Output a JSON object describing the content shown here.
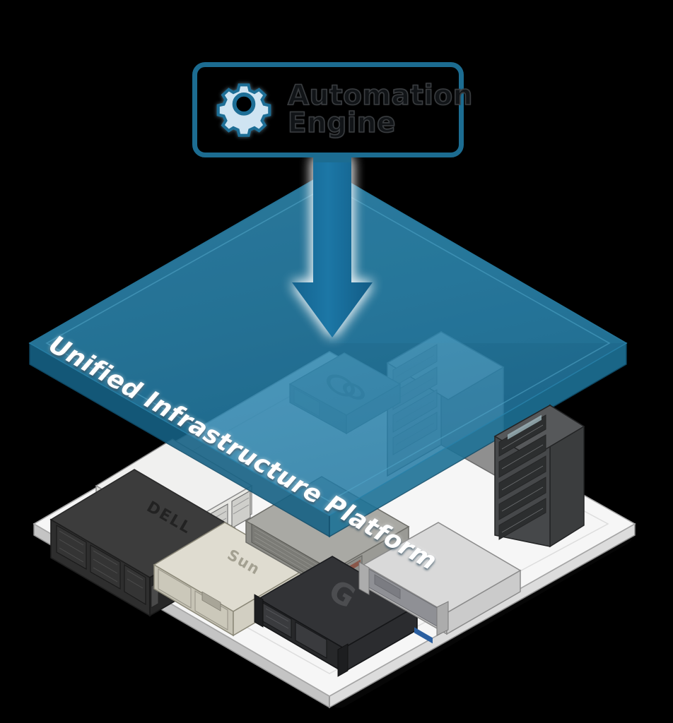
{
  "diagram": {
    "title": "Unified Infrastructure Platform with Automation Engine",
    "background_color": "#000000"
  },
  "callout": {
    "label": "Automation\nEngine",
    "icon": "gear-icon",
    "border_color": "#1c6c91",
    "fill_color": "#000000",
    "text_color": "#111417",
    "gear_fill": "#cfe4f2",
    "gear_stroke": "#1d6e96"
  },
  "arrow": {
    "name": "down-arrow",
    "direction": "down",
    "color": "#1a6d9c",
    "glow_color": "#ffffff"
  },
  "platform": {
    "label": "Unified Infrastructure Platform",
    "label_color": "#ffffff",
    "top_color": "#2d87b0",
    "side_color": "#1d6d91",
    "edge_color": "#155e80",
    "opacity": 0.82
  },
  "base": {
    "name": "floor-slab",
    "top_color": "#f4f4f4",
    "side_color": "#cfcfcf",
    "edge_color": "#9a9a9a"
  },
  "hardware": [
    {
      "id": "dell-server",
      "label": "DELL",
      "type": "rack-server",
      "color": "#3a3a3a"
    },
    {
      "id": "storage-array",
      "label": "",
      "type": "disk-array",
      "color": "#e9e9e9"
    },
    {
      "id": "mesh-server",
      "label": "",
      "type": "rack-server",
      "color": "#8d8d89"
    },
    {
      "id": "sun-server",
      "label": "Sun",
      "type": "rack-server",
      "color": "#d8d5c8"
    },
    {
      "id": "g-server",
      "label": "G",
      "type": "rack-server",
      "color": "#2f3033"
    },
    {
      "id": "white-rack-server",
      "label": "",
      "type": "rack-server",
      "color": "#d4d4d4"
    },
    {
      "id": "logo-server",
      "label": "",
      "type": "rack-server",
      "color": "#2f7fa3"
    },
    {
      "id": "gray-rack-cabinet",
      "label": "",
      "type": "rack-cabinet",
      "color": "#9c9c9c"
    },
    {
      "id": "black-rack-cabinet",
      "label": "",
      "type": "rack-cabinet",
      "color": "#3c3f40"
    }
  ]
}
